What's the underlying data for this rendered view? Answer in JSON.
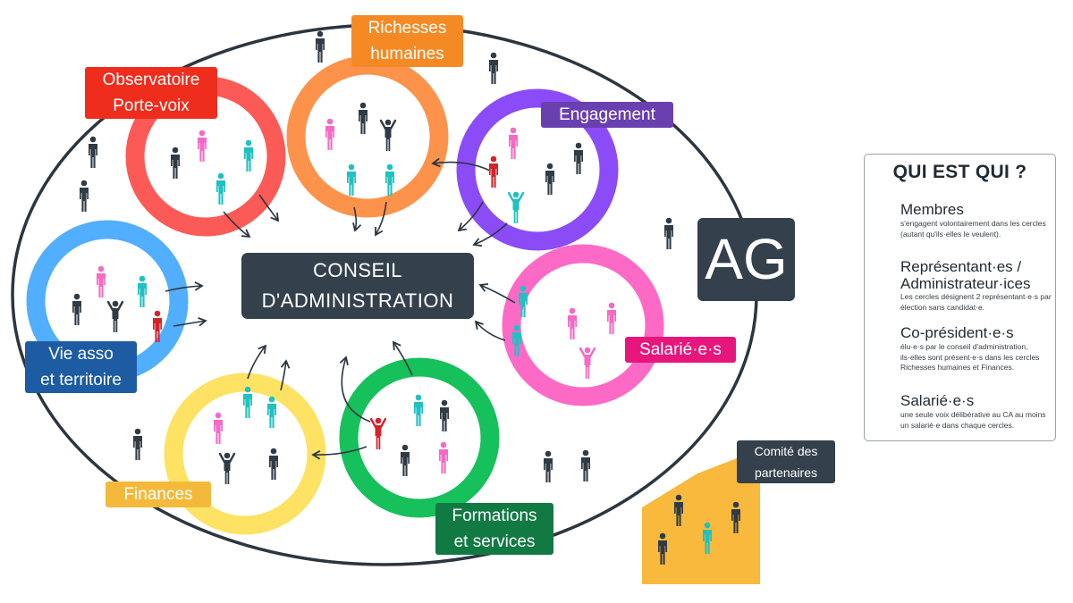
{
  "council": {
    "line1": "CONSEIL",
    "line2": "D'ADMINISTRATION"
  },
  "ag": "AG",
  "circles": [
    {
      "id": "observatoire",
      "line1": "Observatoire",
      "line2": "Porte-voix",
      "color": "#fb5a56"
    },
    {
      "id": "richesses",
      "line1": "Richesses",
      "line2": "humaines",
      "color": "#fd934b"
    },
    {
      "id": "engagement",
      "line1": "Engagement",
      "color": "#8b4cf7"
    },
    {
      "id": "vie",
      "line1": "Vie asso",
      "line2": "et territoire",
      "color": "#52aefe"
    },
    {
      "id": "salaries",
      "line1": "Salarié·e·s",
      "color": "#fd6ac6"
    },
    {
      "id": "finances",
      "line1": "Finances",
      "color": "#fde263"
    },
    {
      "id": "formations",
      "line1": "Formations",
      "line2": "et services",
      "color": "#16c05b"
    }
  ],
  "comite": {
    "line1": "Comité des",
    "line2": "partenaires",
    "color": "#f9b93c"
  },
  "legend": {
    "title": "QUI EST QUI ?",
    "membres": {
      "name": "Membres",
      "desc": "s'engagent volontairement dans les cercles (autant qu'ils·elles le veulent)."
    },
    "representants": {
      "name_line1": "Représentant·es /",
      "name_line2": "Administrateur·ices",
      "desc": "Les cercles désignent 2 représentant·e·s par élection sans candidat·e."
    },
    "copresidents": {
      "name": "Co-président·e·s",
      "desc": "élu·e·s par le conseil d'administration, ils·elles sont présent·e·s dans les cercles Richesses humaines et Finances."
    },
    "salaries": {
      "name": "Salarié·e·s",
      "desc": "une seule voix délibérative au CA au moins un salarié·e dans chaque cercles."
    }
  },
  "colors": {
    "membre": "#2f3b45",
    "representant": "#1fc1c1",
    "copresident": "#d5232b",
    "salarie": "#f46ac5",
    "ink": "#1e2a33"
  }
}
